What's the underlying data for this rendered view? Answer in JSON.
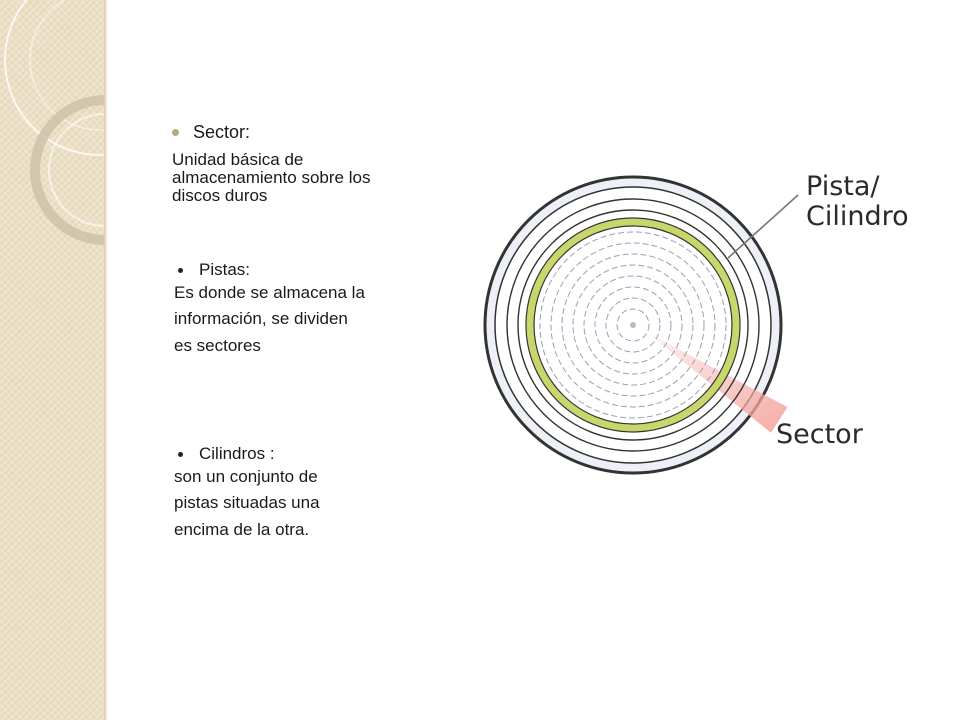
{
  "sector": {
    "heading": "Sector:",
    "description_lines": [
      "Unidad básica de",
      "almacenamiento sobre los",
      "discos duros"
    ]
  },
  "pistas": {
    "heading": "Pistas:",
    "description_lines": [
      "Es donde se almacena la",
      "información, se dividen",
      "es sectores"
    ]
  },
  "cilindros": {
    "heading": "Cilindros :",
    "description_lines": [
      "son un conjunto de",
      "pistas situadas una",
      "encima de la otra."
    ]
  },
  "diagram": {
    "label_track": [
      "Pista/",
      "Cilindro"
    ],
    "label_sector": "Sector",
    "colors": {
      "disk_fill": "#eef0f8",
      "track_line": "#333333",
      "highlight_track": "#c9d66a",
      "sector_fill": "#f4a7a0"
    }
  }
}
